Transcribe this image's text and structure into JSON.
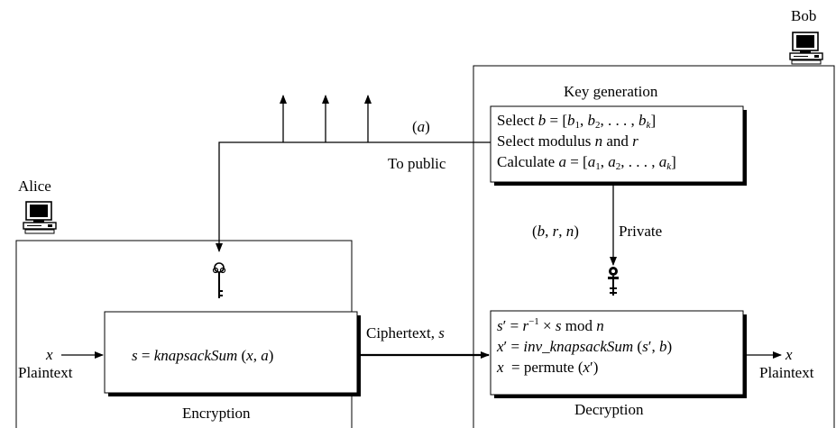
{
  "actors": {
    "alice": "Alice",
    "bob": "Bob"
  },
  "bob_side": {
    "keygen_title": "Key generation",
    "keygen_lines": [
      "Select b = [b1, b2, . . . , bk]",
      "Select modulus n and r",
      "Calculate a = [a1, a2, . . . , ak]"
    ],
    "private_label": "Private",
    "private_params": "(b, r, n)",
    "decryption_lines": [
      "s′ = r−1 × s mod n",
      "x′ = inv_knapsackSum (s′, b)",
      "x = permute (x′)"
    ],
    "decryption_caption": "Decryption",
    "output_var": "x",
    "output_label": "Plaintext"
  },
  "public_channel": {
    "param": "(a)",
    "label": "To public"
  },
  "alice_side": {
    "input_var": "x",
    "input_label": "Plaintext",
    "encryption_formula": "s = knapsackSum (x, a)",
    "encryption_caption": "Encryption"
  },
  "transfer": {
    "label": "Ciphertext, s"
  },
  "icons": [
    "computer-icon",
    "computer-icon",
    "key-icon",
    "key-icon"
  ]
}
